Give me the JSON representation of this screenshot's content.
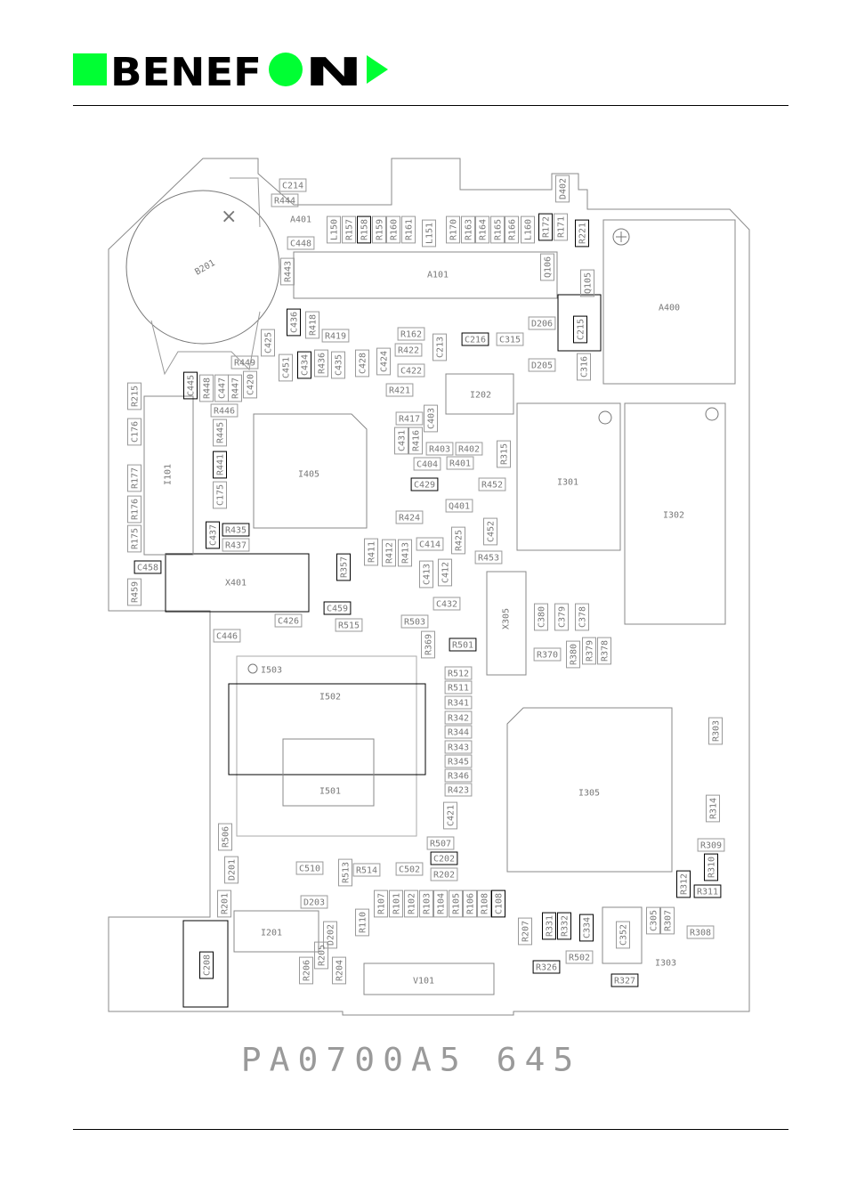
{
  "header": {
    "brand": "BENEFON",
    "colors": {
      "brand_green": "#00ff33",
      "brand_text": "#000000"
    }
  },
  "footer": {
    "part_number": "PA0700A5 645"
  },
  "components": [
    {
      "ref": "B201",
      "o": "r"
    },
    {
      "ref": "C214",
      "o": "h"
    },
    {
      "ref": "R444",
      "o": "h"
    },
    {
      "ref": "A401",
      "o": "h"
    },
    {
      "ref": "C448",
      "o": "h"
    },
    {
      "ref": "L150",
      "o": "v"
    },
    {
      "ref": "R157",
      "o": "v"
    },
    {
      "ref": "R158",
      "o": "v"
    },
    {
      "ref": "R159",
      "o": "v"
    },
    {
      "ref": "R160",
      "o": "v"
    },
    {
      "ref": "R161",
      "o": "v"
    },
    {
      "ref": "L151",
      "o": "v"
    },
    {
      "ref": "R170",
      "o": "v"
    },
    {
      "ref": "R163",
      "o": "v"
    },
    {
      "ref": "R164",
      "o": "v"
    },
    {
      "ref": "R165",
      "o": "v"
    },
    {
      "ref": "R166",
      "o": "v"
    },
    {
      "ref": "L160",
      "o": "v"
    },
    {
      "ref": "R172",
      "o": "v"
    },
    {
      "ref": "R171",
      "o": "v"
    },
    {
      "ref": "R221",
      "o": "v"
    },
    {
      "ref": "D402",
      "o": "v"
    },
    {
      "ref": "A101",
      "o": "h"
    },
    {
      "ref": "R443",
      "o": "v"
    },
    {
      "ref": "Q106",
      "o": "v"
    },
    {
      "ref": "Q105",
      "o": "v"
    },
    {
      "ref": "A400",
      "o": "h"
    },
    {
      "ref": "C436",
      "o": "v"
    },
    {
      "ref": "R418",
      "o": "v"
    },
    {
      "ref": "R419",
      "o": "h"
    },
    {
      "ref": "R162",
      "o": "h"
    },
    {
      "ref": "R422",
      "o": "h"
    },
    {
      "ref": "C213",
      "o": "v"
    },
    {
      "ref": "C216",
      "o": "h"
    },
    {
      "ref": "C315",
      "o": "h"
    },
    {
      "ref": "D206",
      "o": "h"
    },
    {
      "ref": "C215",
      "o": "v"
    },
    {
      "ref": "D205",
      "o": "h"
    },
    {
      "ref": "C316",
      "o": "v"
    },
    {
      "ref": "C425",
      "o": "v"
    },
    {
      "ref": "C451",
      "o": "v"
    },
    {
      "ref": "C434",
      "o": "v"
    },
    {
      "ref": "R436",
      "o": "v"
    },
    {
      "ref": "C435",
      "o": "v"
    },
    {
      "ref": "C428",
      "o": "v"
    },
    {
      "ref": "C424",
      "o": "v"
    },
    {
      "ref": "C422",
      "o": "h"
    },
    {
      "ref": "R449",
      "o": "h"
    },
    {
      "ref": "C445",
      "o": "v"
    },
    {
      "ref": "R448",
      "o": "v"
    },
    {
      "ref": "C447",
      "o": "v"
    },
    {
      "ref": "R447",
      "o": "v"
    },
    {
      "ref": "C420",
      "o": "v"
    },
    {
      "ref": "R421",
      "o": "h"
    },
    {
      "ref": "I202",
      "o": "h"
    },
    {
      "ref": "R215",
      "o": "v"
    },
    {
      "ref": "R446",
      "o": "h"
    },
    {
      "ref": "C176",
      "o": "v"
    },
    {
      "ref": "R445",
      "o": "v"
    },
    {
      "ref": "I101",
      "o": "v"
    },
    {
      "ref": "R441",
      "o": "v"
    },
    {
      "ref": "I405",
      "o": "h"
    },
    {
      "ref": "R417",
      "o": "h"
    },
    {
      "ref": "C403",
      "o": "v"
    },
    {
      "ref": "C431",
      "o": "v"
    },
    {
      "ref": "R416",
      "o": "v"
    },
    {
      "ref": "R403",
      "o": "h"
    },
    {
      "ref": "R402",
      "o": "h"
    },
    {
      "ref": "C404",
      "o": "h"
    },
    {
      "ref": "R401",
      "o": "h"
    },
    {
      "ref": "R315",
      "o": "v"
    },
    {
      "ref": "I301",
      "o": "h"
    },
    {
      "ref": "I302",
      "o": "h"
    },
    {
      "ref": "R177",
      "o": "v"
    },
    {
      "ref": "C175",
      "o": "v"
    },
    {
      "ref": "C429",
      "o": "h"
    },
    {
      "ref": "R452",
      "o": "h"
    },
    {
      "ref": "Q401",
      "o": "h"
    },
    {
      "ref": "R176",
      "o": "v"
    },
    {
      "ref": "R424",
      "o": "h"
    },
    {
      "ref": "C437",
      "o": "v"
    },
    {
      "ref": "R435",
      "o": "h"
    },
    {
      "ref": "R437",
      "o": "h"
    },
    {
      "ref": "C452",
      "o": "v"
    },
    {
      "ref": "R175",
      "o": "v"
    },
    {
      "ref": "R411",
      "o": "v"
    },
    {
      "ref": "R412",
      "o": "v"
    },
    {
      "ref": "R413",
      "o": "v"
    },
    {
      "ref": "C414",
      "o": "h"
    },
    {
      "ref": "R425",
      "o": "v"
    },
    {
      "ref": "R453",
      "o": "h"
    },
    {
      "ref": "C458",
      "o": "h"
    },
    {
      "ref": "X401",
      "o": "h"
    },
    {
      "ref": "R357",
      "o": "v"
    },
    {
      "ref": "C413",
      "o": "v"
    },
    {
      "ref": "C412",
      "o": "v"
    },
    {
      "ref": "R459",
      "o": "v"
    },
    {
      "ref": "C432",
      "o": "h"
    },
    {
      "ref": "C459",
      "o": "h"
    },
    {
      "ref": "X305",
      "o": "v"
    },
    {
      "ref": "C380",
      "o": "v"
    },
    {
      "ref": "C379",
      "o": "v"
    },
    {
      "ref": "C378",
      "o": "v"
    },
    {
      "ref": "C426",
      "o": "h"
    },
    {
      "ref": "R515",
      "o": "h"
    },
    {
      "ref": "R503",
      "o": "h"
    },
    {
      "ref": "C446",
      "o": "h"
    },
    {
      "ref": "R369",
      "o": "v"
    },
    {
      "ref": "R501",
      "o": "h"
    },
    {
      "ref": "R370",
      "o": "h"
    },
    {
      "ref": "R380",
      "o": "v"
    },
    {
      "ref": "R379",
      "o": "v"
    },
    {
      "ref": "R378",
      "o": "v"
    },
    {
      "ref": "I503",
      "o": "h"
    },
    {
      "ref": "R512",
      "o": "h"
    },
    {
      "ref": "I502",
      "o": "h"
    },
    {
      "ref": "R511",
      "o": "h"
    },
    {
      "ref": "R341",
      "o": "h"
    },
    {
      "ref": "R342",
      "o": "h"
    },
    {
      "ref": "R344",
      "o": "h"
    },
    {
      "ref": "R303",
      "o": "v"
    },
    {
      "ref": "R343",
      "o": "h"
    },
    {
      "ref": "R345",
      "o": "h"
    },
    {
      "ref": "R346",
      "o": "h"
    },
    {
      "ref": "I305",
      "o": "h"
    },
    {
      "ref": "I501",
      "o": "h"
    },
    {
      "ref": "R423",
      "o": "h"
    },
    {
      "ref": "R314",
      "o": "v"
    },
    {
      "ref": "C421",
      "o": "v"
    },
    {
      "ref": "R506",
      "o": "v"
    },
    {
      "ref": "R507",
      "o": "h"
    },
    {
      "ref": "R309",
      "o": "h"
    },
    {
      "ref": "D201",
      "o": "v"
    },
    {
      "ref": "C202",
      "o": "h"
    },
    {
      "ref": "R310",
      "o": "v"
    },
    {
      "ref": "C510",
      "o": "h"
    },
    {
      "ref": "R513",
      "o": "v"
    },
    {
      "ref": "R514",
      "o": "h"
    },
    {
      "ref": "C502",
      "o": "h"
    },
    {
      "ref": "R202",
      "o": "h"
    },
    {
      "ref": "R312",
      "o": "v"
    },
    {
      "ref": "R311",
      "o": "h"
    },
    {
      "ref": "R201",
      "o": "v"
    },
    {
      "ref": "D203",
      "o": "h"
    },
    {
      "ref": "R107",
      "o": "v"
    },
    {
      "ref": "R101",
      "o": "v"
    },
    {
      "ref": "R102",
      "o": "v"
    },
    {
      "ref": "R103",
      "o": "v"
    },
    {
      "ref": "R104",
      "o": "v"
    },
    {
      "ref": "R105",
      "o": "v"
    },
    {
      "ref": "R106",
      "o": "v"
    },
    {
      "ref": "R108",
      "o": "v"
    },
    {
      "ref": "C108",
      "o": "v"
    },
    {
      "ref": "R110",
      "o": "v"
    },
    {
      "ref": "I201",
      "o": "h"
    },
    {
      "ref": "D202",
      "o": "v"
    },
    {
      "ref": "C305",
      "o": "v"
    },
    {
      "ref": "R307",
      "o": "v"
    },
    {
      "ref": "R331",
      "o": "v"
    },
    {
      "ref": "R332",
      "o": "v"
    },
    {
      "ref": "C334",
      "o": "v"
    },
    {
      "ref": "C352",
      "o": "v"
    },
    {
      "ref": "R207",
      "o": "v"
    },
    {
      "ref": "R308",
      "o": "h"
    },
    {
      "ref": "C208",
      "o": "v"
    },
    {
      "ref": "R205",
      "o": "v"
    },
    {
      "ref": "R206",
      "o": "v"
    },
    {
      "ref": "R204",
      "o": "v"
    },
    {
      "ref": "R502",
      "o": "h"
    },
    {
      "ref": "I303",
      "o": "h"
    },
    {
      "ref": "R326",
      "o": "h"
    },
    {
      "ref": "V101",
      "o": "h"
    },
    {
      "ref": "R327",
      "o": "h"
    }
  ]
}
